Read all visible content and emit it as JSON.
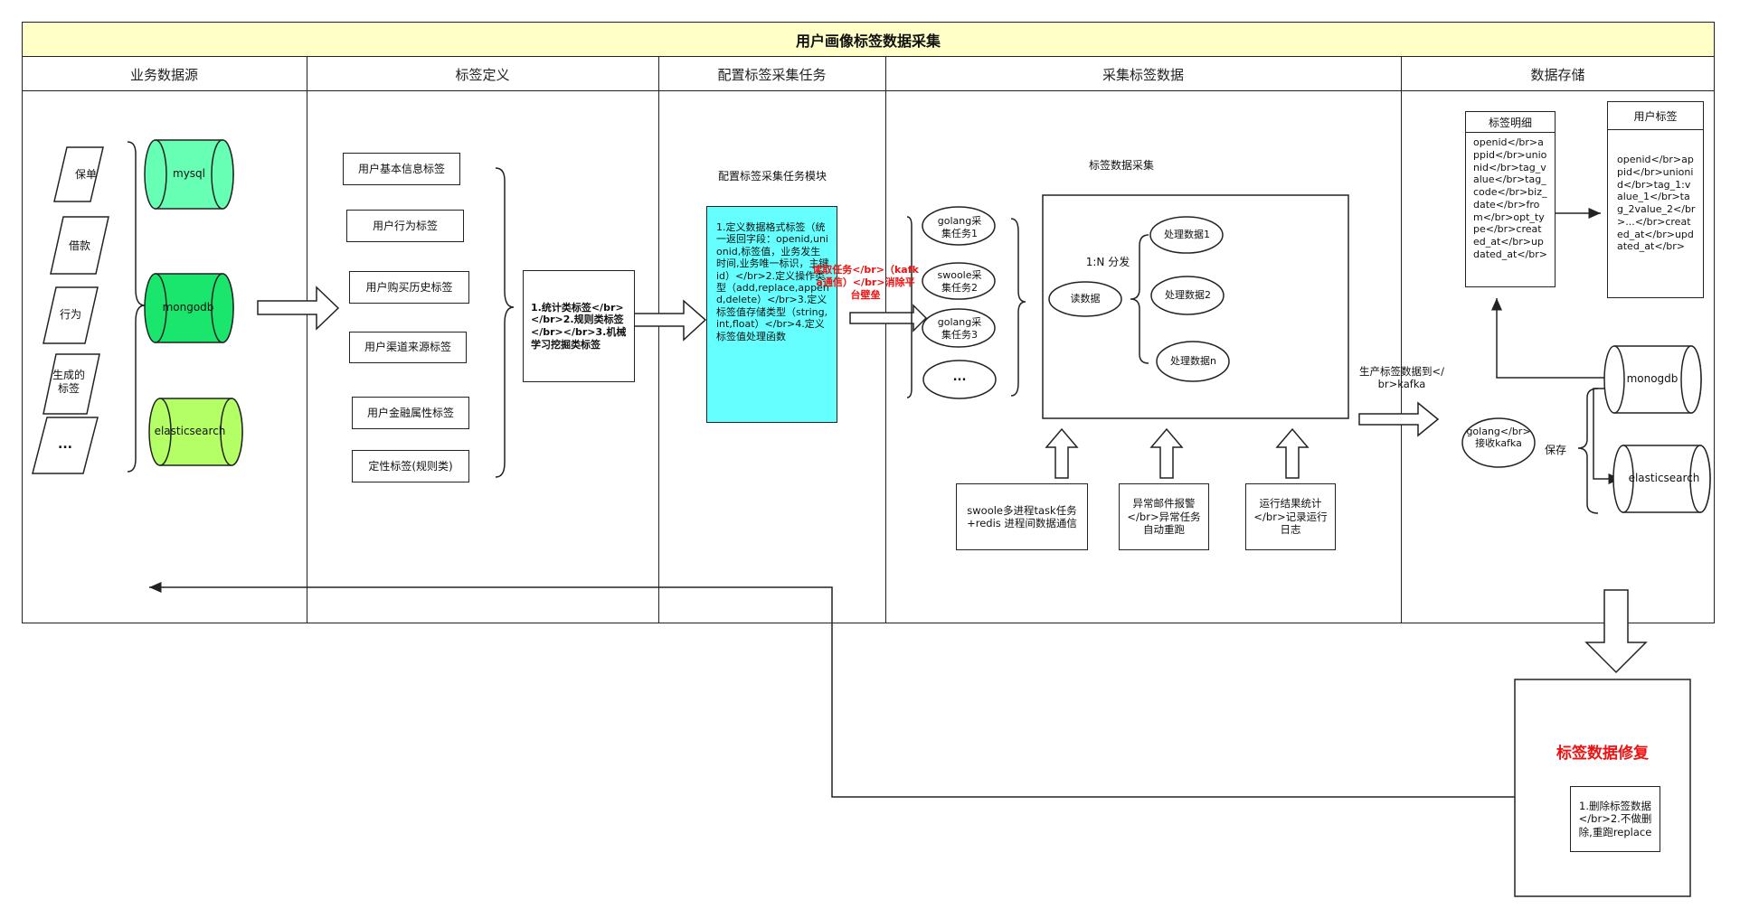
{
  "title": "用户画像标签数据采集",
  "lanes": [
    "业务数据源",
    "标签定义",
    "配置标签采集任务",
    "采集标签数据",
    "数据存储"
  ],
  "sources": [
    "保单",
    "借款",
    "行为",
    "生成的\n标签",
    "..."
  ],
  "databases": [
    "mysql",
    "mongodb",
    "elasticsearch"
  ],
  "tag_defs": [
    "用户基本信息标签",
    "用户行为标签",
    "用户购买历史标签",
    "用户渠道来源标签",
    "用户金融属性标签",
    "定性标签(规则类)"
  ],
  "tag_types": "1.统计类标签</br></br>2.规则类标签</br></br>3.机械学习挖掘类标签",
  "config_module_title": "配置标签采集任务模块",
  "config_text": "1.定义数据格式标签（统一返回字段：openid,unionid,标签值，业务发生时间,业务唯一标识，主键id）</br>2.定义操作类型（add,replace,append,delete）</br>3.定义标签值存储类型（string,int,float）</br>4.定义标签值处理函数",
  "red_note": "读取任务</br>（kafka通信）</br>消除平台壁垒",
  "tasks": [
    "golang采\n集任务1",
    "swoole采\n集任务2",
    "golang采\n集任务3",
    "..."
  ],
  "collect_title": "标签数据采集",
  "read_data": "读数据",
  "fanout": "1:N 分发",
  "process": [
    "处理数据1",
    "处理数据2",
    "处理数据n"
  ],
  "support": [
    "swoole多进程task任务+redis 进程间数据通信",
    "异常邮件报警</br>异常任务自动重跑",
    "运行结果统计</br>记录运行日志"
  ],
  "kafka_note": "生产标签数据到</br>kafka",
  "tag_detail": {
    "title": "标签明细",
    "body": "openid</br>appid</br>unionid</br>tag_value</br>tag_code</br>biz_date</br>from</br>opt_type</br>created_at</br>updated_at</br>"
  },
  "user_tag": {
    "title": "用户标签",
    "body": "openid</br>appid</br>unionid</br>tag_1:value_1</br>tag_2value_2</br>...</br>created_at</br>updated_at</br>"
  },
  "store_db": [
    "monogdb",
    "elasticsearch"
  ],
  "golang_recv": "golang</br>接收kafka",
  "save_label": "保存",
  "repair": {
    "title": "标签数据修复",
    "body": "1.删除标签数据</br>2.不做删除,重跑replace"
  },
  "colors": {
    "header_bg": "#ffffc8",
    "mysql": "#66ffb4",
    "mongodb": "#1ae66e",
    "elasticsearch": "#b4ff66",
    "config_bg": "#66ffff",
    "red": "#ee1111"
  }
}
